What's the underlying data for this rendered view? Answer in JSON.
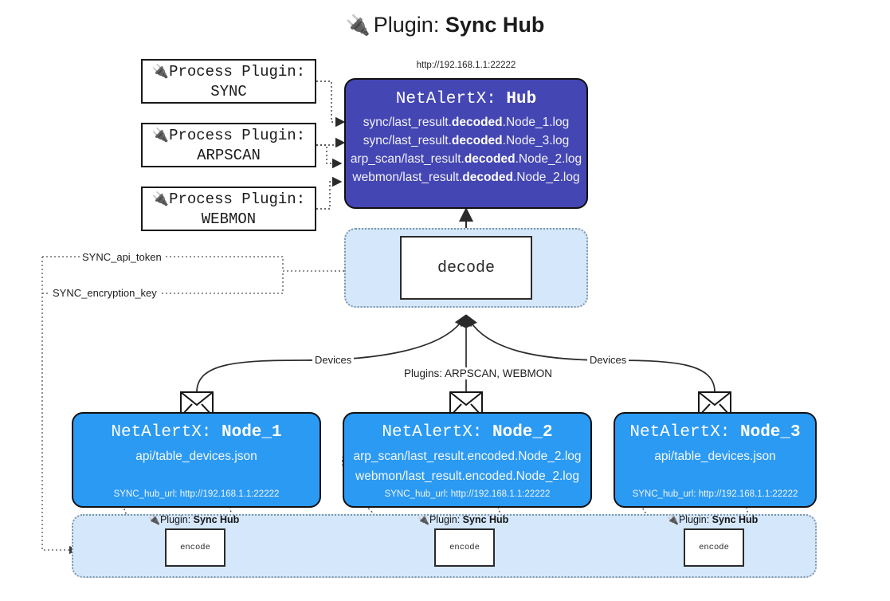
{
  "title": {
    "icon": "plug-icon",
    "prefix": "Plugin: ",
    "name": "Sync Hub"
  },
  "process_plugins": [
    {
      "icon": "plug-icon",
      "line1": "Process Plugin:",
      "line2": "SYNC"
    },
    {
      "icon": "plug-icon",
      "line1": "Process Plugin:",
      "line2": "ARPSCAN"
    },
    {
      "icon": "plug-icon",
      "line1": "Process Plugin:",
      "line2": "WEBMON"
    }
  ],
  "hub": {
    "url": "http://192.168.1.1:22222",
    "title_prefix": "NetAlertX: ",
    "title_name": "Hub",
    "logs": [
      {
        "pre": "sync/last_result.",
        "mid": "decoded",
        "post": ".Node_1.log"
      },
      {
        "pre": "sync/last_result.",
        "mid": "decoded",
        "post": ".Node_3.log"
      },
      {
        "pre": "arp_scan/last_result.",
        "mid": "decoded",
        "post": ".Node_2.log"
      },
      {
        "pre": "webmon/last_result.",
        "mid": "decoded",
        "post": ".Node_2.log"
      }
    ],
    "color": "#4446b3"
  },
  "decode": {
    "label": "decode",
    "container_color": "#d5e7fb"
  },
  "secrets": [
    {
      "label": "SYNC_api_token"
    },
    {
      "label": "SYNC_encryption_key"
    }
  ],
  "edge_labels": {
    "left_devices": "Devices",
    "right_devices": "Devices",
    "center_plugins": "Plugins: ARPSCAN, WEBMON"
  },
  "nodes": [
    {
      "icon": "envelope-icon",
      "title_prefix": "NetAlertX: ",
      "title_name": "Node_1",
      "lines": [
        "api/table_devices.json"
      ],
      "footer": "SYNC_hub_url: http://192.168.1.1:22222",
      "color": "#2b9af3"
    },
    {
      "icon": "envelope-icon",
      "title_prefix": "NetAlertX: ",
      "title_name": "Node_2",
      "lines": [
        "arp_scan/last_result.encoded.Node_2.log",
        "webmon/last_result.encoded.Node_2.log"
      ],
      "footer": "SYNC_hub_url: http://192.168.1.1:22222",
      "color": "#2b9af3"
    },
    {
      "icon": "envelope-icon",
      "title_prefix": "NetAlertX: ",
      "title_name": "Node_3",
      "lines": [
        "api/table_devices.json"
      ],
      "footer": "SYNC_hub_url: http://192.168.1.1:22222",
      "color": "#2b9af3"
    }
  ],
  "encoders": [
    {
      "caption_icon": "plug-icon",
      "caption_prefix": "Plugin: ",
      "caption_name": "Sync Hub",
      "label": "encode"
    },
    {
      "caption_icon": "plug-icon",
      "caption_prefix": "Plugin: ",
      "caption_name": "Sync Hub",
      "label": "encode"
    },
    {
      "caption_icon": "plug-icon",
      "caption_prefix": "Plugin: ",
      "caption_name": "Sync Hub",
      "label": "encode"
    }
  ]
}
